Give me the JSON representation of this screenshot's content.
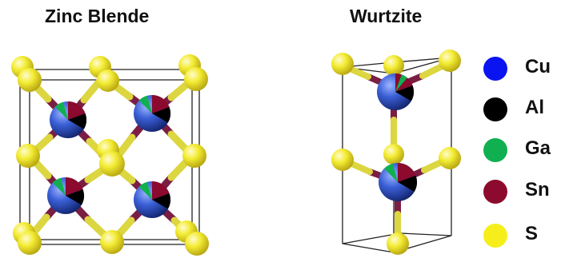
{
  "titles": {
    "zinc_blende": "Zinc Blende",
    "wurtzite": "Wurtzite"
  },
  "legend": [
    {
      "label": "Cu",
      "color": "#0a14f0"
    },
    {
      "label": "Al",
      "color": "#000000"
    },
    {
      "label": "Ga",
      "color": "#10b050"
    },
    {
      "label": "Sn",
      "color": "#8b0a2e"
    },
    {
      "label": "S",
      "color": "#f6ee1a"
    }
  ],
  "colors": {
    "bond_metal": "#7a1e44",
    "bond_sulfur": "#dcd640",
    "sulfur": "#f3ec33",
    "cation_base": "#3155c8",
    "cell_edge": "#222222"
  }
}
